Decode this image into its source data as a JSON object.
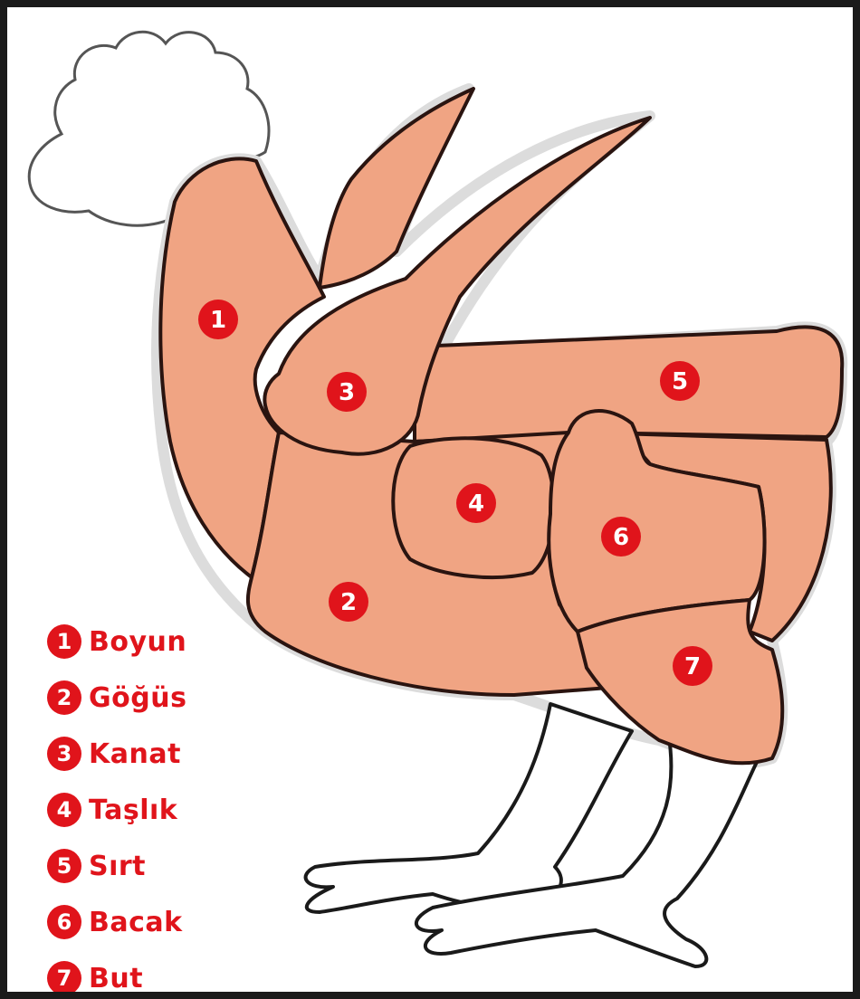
{
  "parts": [
    {
      "number": "1",
      "name": "Boyun"
    },
    {
      "number": "2",
      "name": "Göğüs"
    },
    {
      "number": "3",
      "name": "Kanat"
    },
    {
      "number": "4",
      "name": "Taşlık"
    },
    {
      "number": "5",
      "name": "Sırt"
    },
    {
      "number": "6",
      "name": "Bacak"
    },
    {
      "number": "7",
      "name": "But"
    }
  ],
  "colors": {
    "meat": "#F0A483",
    "accent": "#E0141B",
    "outline": "#2a1410"
  }
}
